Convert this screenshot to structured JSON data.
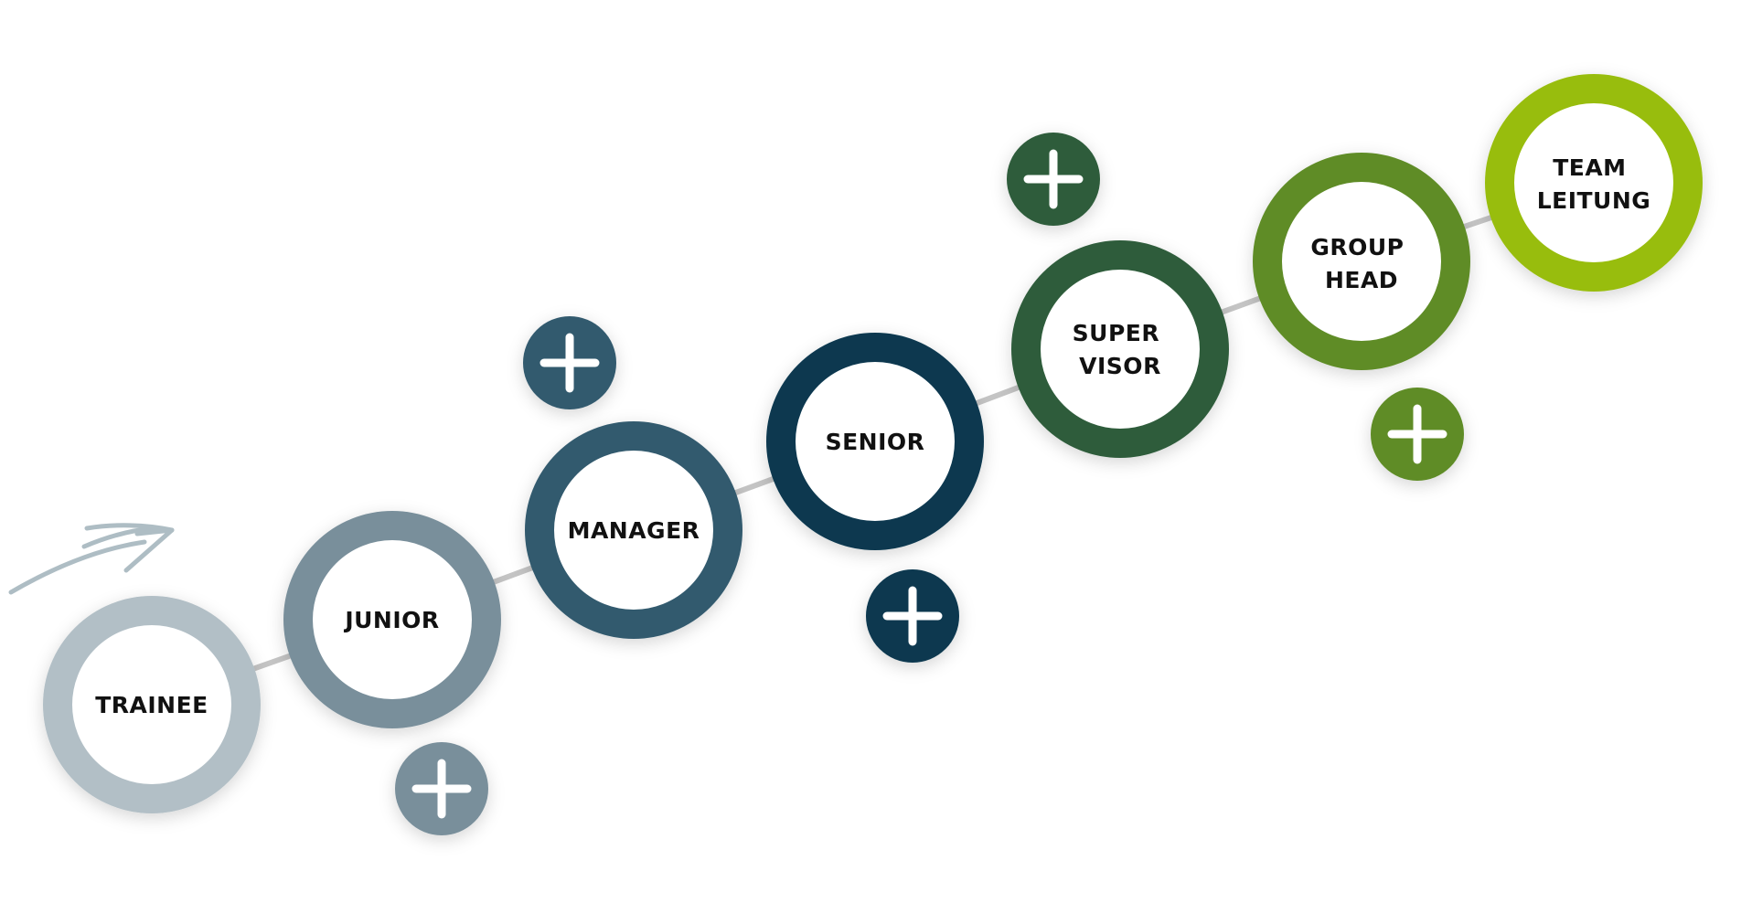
{
  "diagram": {
    "stages": [
      {
        "id": "trainee",
        "lines": [
          "TRAINEE"
        ],
        "color": "#b2bfc6"
      },
      {
        "id": "junior",
        "lines": [
          "JUNIOR"
        ],
        "color": "#798f9b"
      },
      {
        "id": "manager",
        "lines": [
          "MANAGER"
        ],
        "color": "#335a6e"
      },
      {
        "id": "senior",
        "lines": [
          "SENIOR"
        ],
        "color": "#08384f"
      },
      {
        "id": "supervisor",
        "lines": [
          "SUPER",
          "VISOR"
        ],
        "color": "#2d5c3a"
      },
      {
        "id": "group-head",
        "lines": [
          "GROUP",
          "HEAD"
        ],
        "color": "#5f8c28"
      },
      {
        "id": "team-leitung",
        "lines": [
          "TEAM",
          "LEITUNG"
        ],
        "color": "#98bd0c"
      }
    ],
    "plus_badges": [
      {
        "near": "junior",
        "color": "#798f9b"
      },
      {
        "near": "manager",
        "color": "#335a6e"
      },
      {
        "near": "senior",
        "color": "#08384f"
      },
      {
        "near": "supervisor",
        "color": "#2d5c3a"
      },
      {
        "near": "group-head",
        "color": "#5f8c28"
      }
    ],
    "connector_color": "#c4c4c4",
    "arrow_color": "#aebdc4"
  }
}
